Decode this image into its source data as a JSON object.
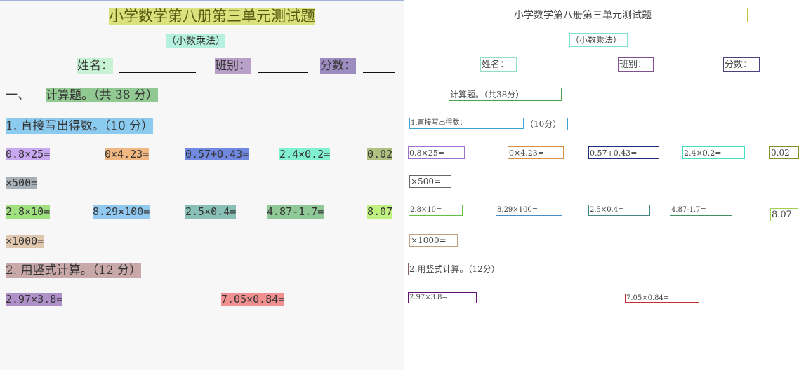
{
  "original": {
    "title": "小学数学第八册第三单元测试题",
    "subtitle": "（小数乘法）",
    "name_label": "姓名：",
    "class_label": "班别：",
    "score_label": "分数：",
    "section_number": "一、",
    "section_title": "计算题。（共 38 分）",
    "q1": "1. 直接写出得数。（10 分）",
    "row1": [
      "0.8×25=",
      "0×4.23=",
      "0.57+0.43=",
      "2.4×0.2=",
      "0.02"
    ],
    "row1b": "×500=",
    "row2": [
      "2.8×10=",
      "8.29×100=",
      "2.5×0.4=",
      "4.87-1.7=",
      "8.07"
    ],
    "row2b": "×1000=",
    "q2": "2. 用竖式计算。（12 分）",
    "row3": [
      "2.97×3.8=",
      "7.05×0.84="
    ]
  },
  "ocr": {
    "title": "小学数学第八册第三单元测试题",
    "subtitle": "（小数乘法）",
    "name_label": "姓名：",
    "class_label": "班别：",
    "score_label": "分数：",
    "section_title": "计算题。（共38分）",
    "q1": "1.直接写出得数：",
    "q1_score": "（10分）",
    "row1": [
      "0.8×25=",
      "0×4.23=",
      "0.57+0.43=",
      "2.4×0.2=",
      "0.02"
    ],
    "row1b": "×500=",
    "row2": [
      "2.8×10=",
      "8.29×100=",
      "2.5×0.4=",
      "4.87-1.7=",
      "8.07"
    ],
    "row2b": "×1000=",
    "q2": "2.用竖式计算。（12分）",
    "row3": [
      "2.97×3.8=",
      "7.05×0.84="
    ]
  },
  "colors": {
    "title": "#c8c840",
    "subtitle": "#80e0d0",
    "name": "#90e0c0",
    "class": "#805090",
    "score": "#504080",
    "section": "#50a050",
    "q1": "#40a0d0",
    "r1": [
      "#a070d0",
      "#d89040",
      "#203080",
      "#40e0c0",
      "#809030"
    ],
    "r1b": "#606870",
    "r2": [
      "#60c040",
      "#4090d0",
      "#408880",
      "#409060",
      "#a0d050"
    ],
    "r2b": "#c0a080",
    "q2": "#806060",
    "r3": [
      "#601070",
      "#c03030"
    ]
  }
}
